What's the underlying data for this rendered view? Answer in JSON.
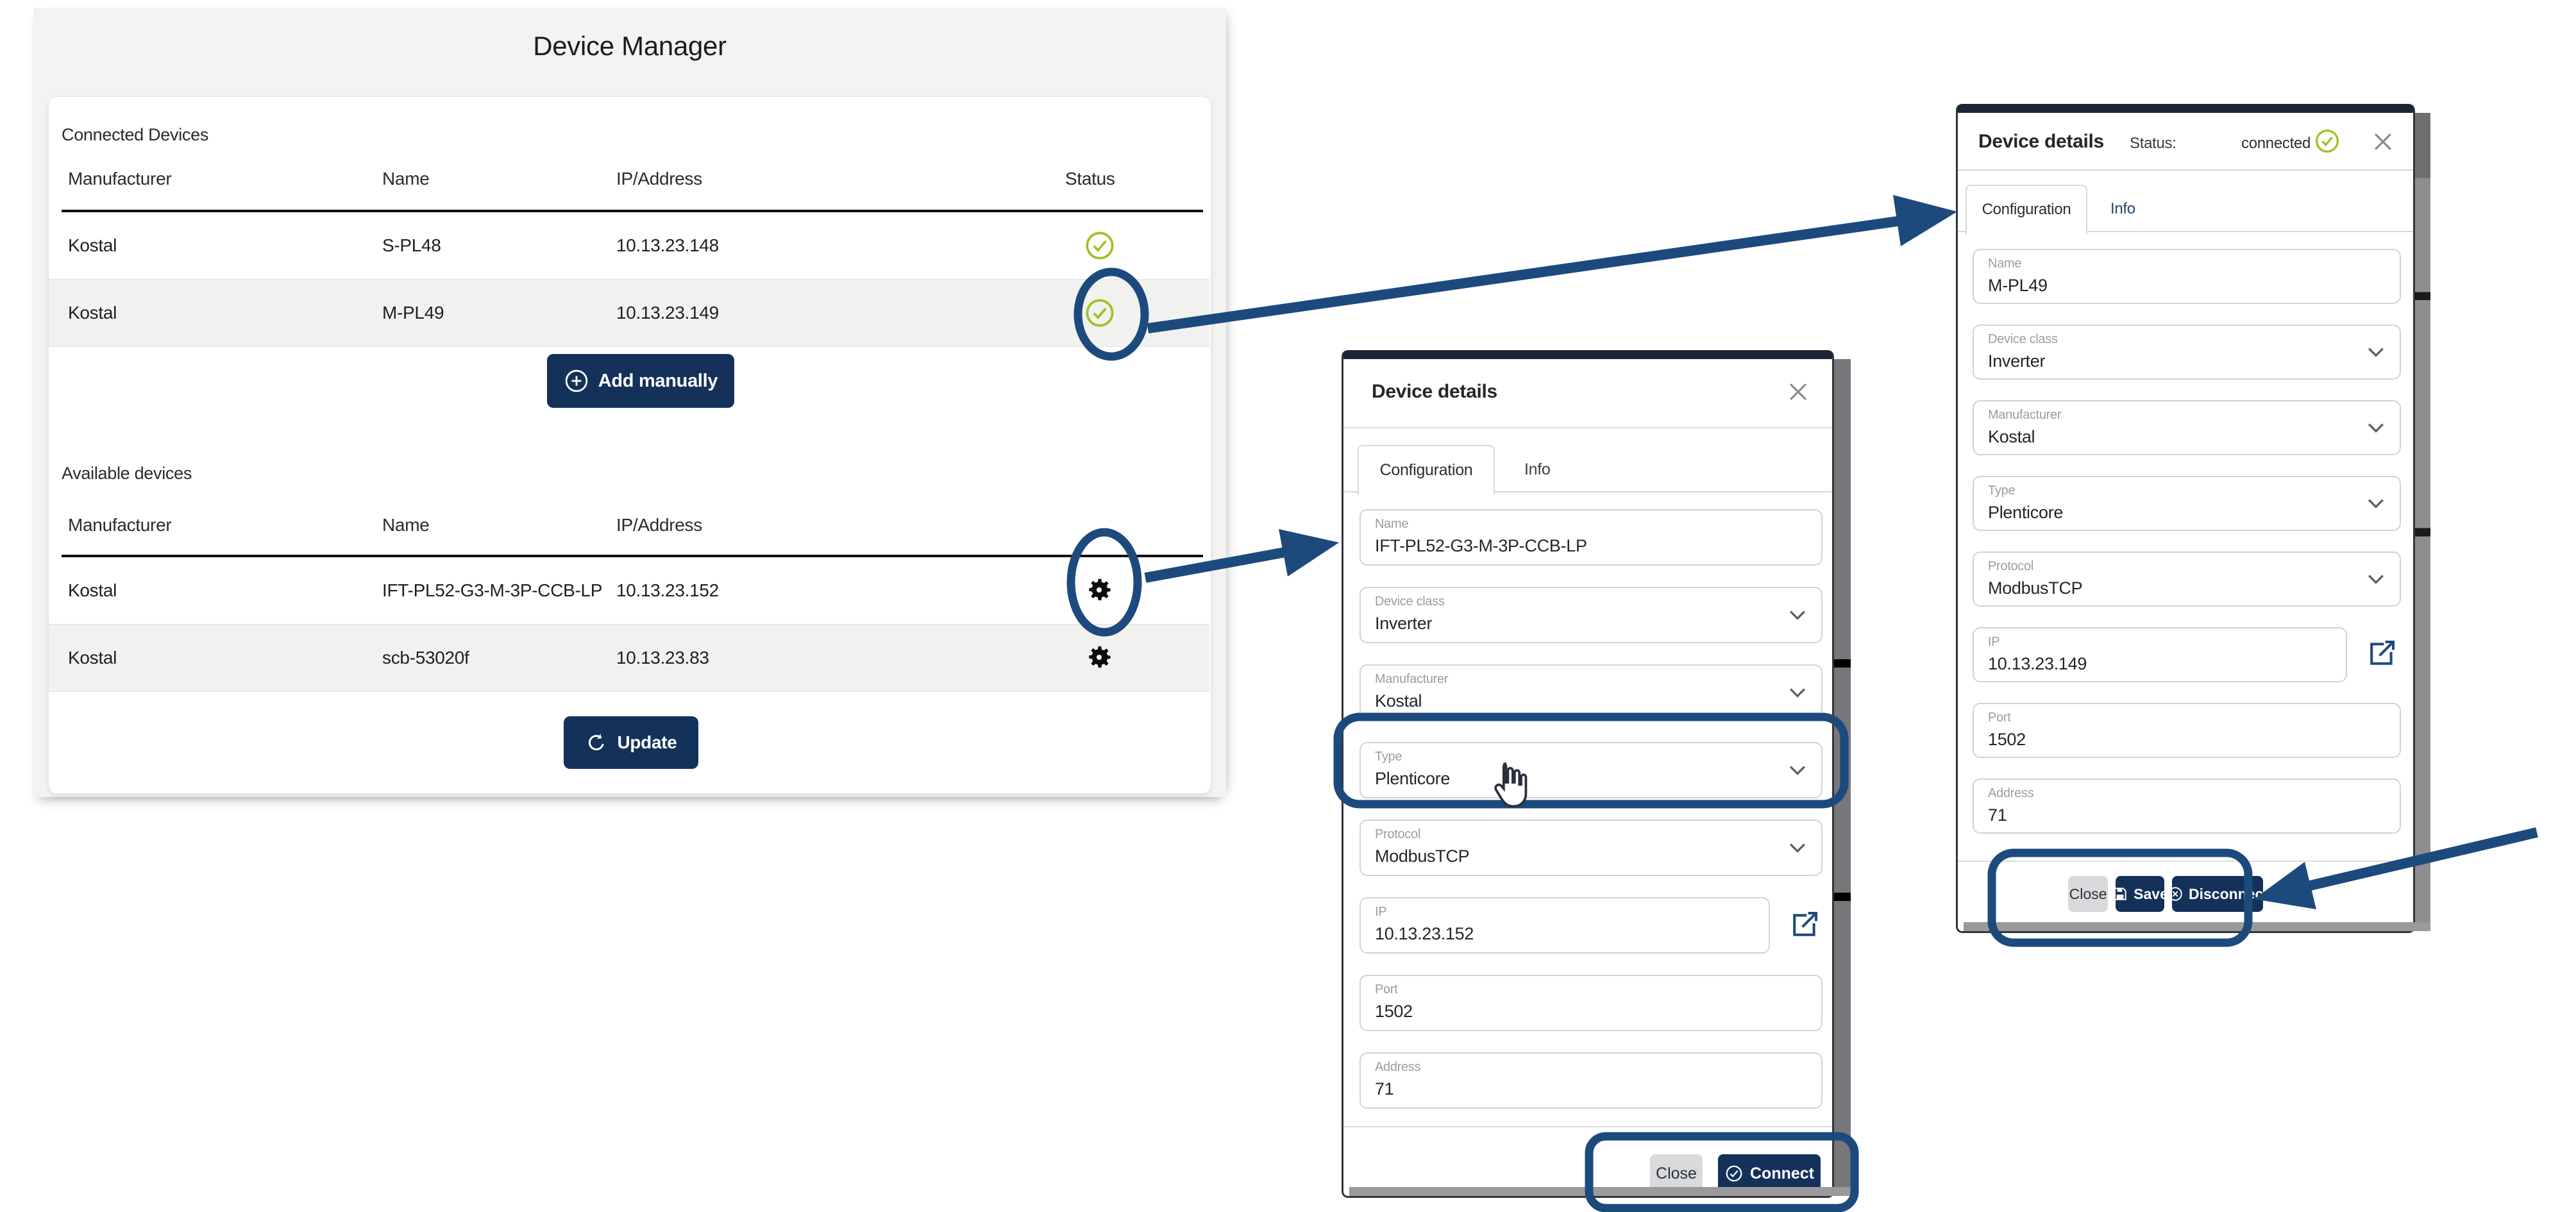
{
  "device_manager": {
    "title": "Device Manager",
    "connected": {
      "section_label": "Connected Devices",
      "columns": [
        "Manufacturer",
        "Name",
        "IP/Address",
        "Status"
      ],
      "rows": [
        {
          "manufacturer": "Kostal",
          "name": "S-PL48",
          "ip": "10.13.23.148",
          "status": "connected",
          "status_icon": "check-circle-icon"
        },
        {
          "manufacturer": "Kostal",
          "name": "M-PL49",
          "ip": "10.13.23.149",
          "status": "connected",
          "status_icon": "check-circle-icon"
        }
      ],
      "add_button": "Add manually",
      "add_button_icon": "plus-circle-icon"
    },
    "available": {
      "section_label": "Available devices",
      "columns": [
        "Manufacturer",
        "Name",
        "IP/Address"
      ],
      "rows": [
        {
          "manufacturer": "Kostal",
          "name": "IFT-PL52-G3-M-3P-CCB-LP",
          "ip": "10.13.23.152",
          "action_icon": "gear-icon"
        },
        {
          "manufacturer": "Kostal",
          "name": "scb-53020f",
          "ip": "10.13.23.83",
          "action_icon": "gear-icon"
        }
      ],
      "update_button": "Update",
      "update_button_icon": "refresh-icon"
    }
  },
  "available_device_dialog": {
    "title": "Device details",
    "close_icon": "close-icon",
    "tabs": [
      "Configuration",
      "Info"
    ],
    "fields": [
      {
        "label": "Name",
        "value": "IFT-PL52-G3-M-3P-CCB-LP",
        "type": "text"
      },
      {
        "label": "Device class",
        "value": "Inverter",
        "type": "select"
      },
      {
        "label": "Manufacturer",
        "value": "Kostal",
        "type": "select"
      },
      {
        "label": "Type",
        "value": "Plenticore",
        "type": "select"
      },
      {
        "label": "Protocol",
        "value": "ModbusTCP",
        "type": "select"
      },
      {
        "label": "IP",
        "value": "10.13.23.152",
        "type": "text",
        "trailing_icon": "external-link-icon"
      },
      {
        "label": "Port",
        "value": "1502",
        "type": "text"
      },
      {
        "label": "Address",
        "value": "71",
        "type": "text"
      }
    ],
    "close_button": "Close",
    "connect_button": "Connect",
    "connect_button_icon": "check-circle-icon"
  },
  "connected_device_dialog": {
    "title": "Device details",
    "status_label": "Status:",
    "status_value": "connected",
    "status_icon": "check-circle-icon",
    "close_icon": "close-icon",
    "tabs": [
      "Configuration",
      "Info"
    ],
    "fields": [
      {
        "label": "Name",
        "value": "M-PL49",
        "type": "text"
      },
      {
        "label": "Device class",
        "value": "Inverter",
        "type": "select"
      },
      {
        "label": "Manufacturer",
        "value": "Kostal",
        "type": "select"
      },
      {
        "label": "Type",
        "value": "Plenticore",
        "type": "select"
      },
      {
        "label": "Protocol",
        "value": "ModbusTCP",
        "type": "select"
      },
      {
        "label": "IP",
        "value": "10.13.23.149",
        "type": "text",
        "trailing_icon": "external-link-icon"
      },
      {
        "label": "Port",
        "value": "1502",
        "type": "text"
      },
      {
        "label": "Address",
        "value": "71",
        "type": "text"
      }
    ],
    "close_button": "Close",
    "save_button": "Save",
    "save_button_icon": "save-icon",
    "disconnect_button": "Disconnect",
    "disconnect_button_icon": "disconnect-icon"
  },
  "annotations": {
    "shapes": [
      "circle-around-connected-status",
      "circle-around-gear",
      "box-around-type-field",
      "box-around-connect-buttons",
      "box-around-disconnect-buttons",
      "arrow-status-to-connected-dialog",
      "arrow-gear-to-available-dialog",
      "arrow-to-disconnect-buttons"
    ],
    "cursor": "hand-cursor"
  },
  "colors": {
    "accent_navy": "#14315a",
    "annotation_blue": "#1d4a7d",
    "status_green": "#9dc222",
    "panel_gray": "#f4f3f1",
    "row_stripe": "#f1f1ef"
  }
}
